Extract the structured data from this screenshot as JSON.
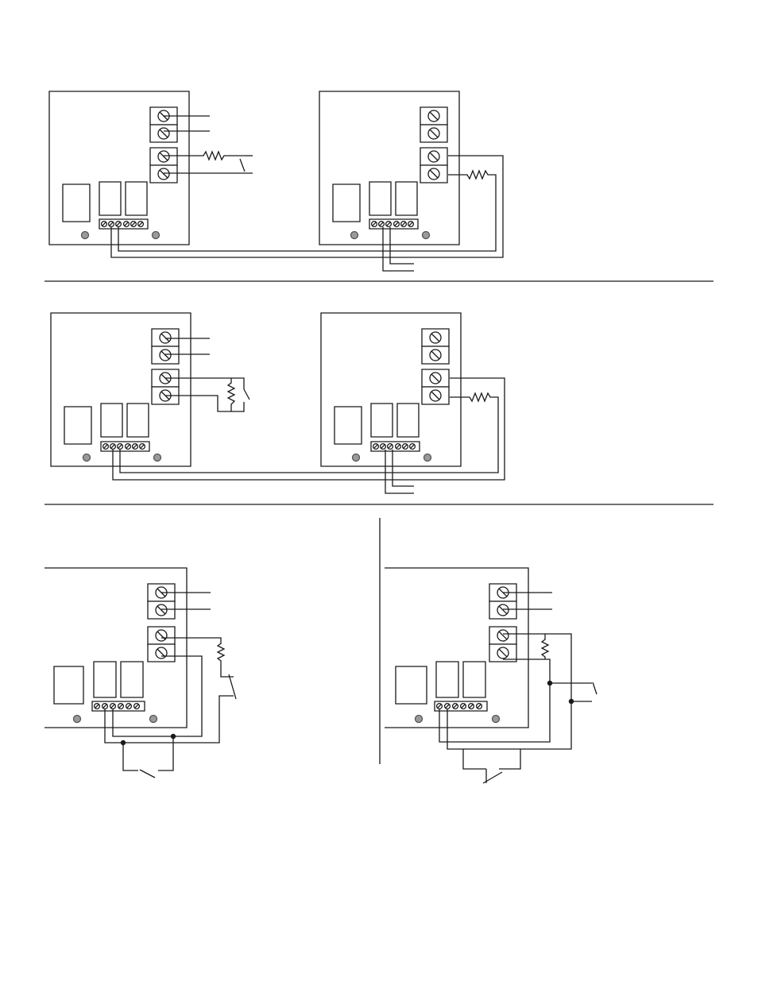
{
  "page": {
    "background": "#ffffff",
    "line_color": "#1a1a1a",
    "led_fill": "#9a9a9a"
  },
  "sections": [
    {
      "id": "panel-1",
      "description_visible_text": ""
    },
    {
      "id": "panel-2",
      "description_visible_text": ""
    },
    {
      "id": "panel-3-left",
      "description_visible_text": ""
    },
    {
      "id": "panel-3-right",
      "description_visible_text": ""
    }
  ]
}
